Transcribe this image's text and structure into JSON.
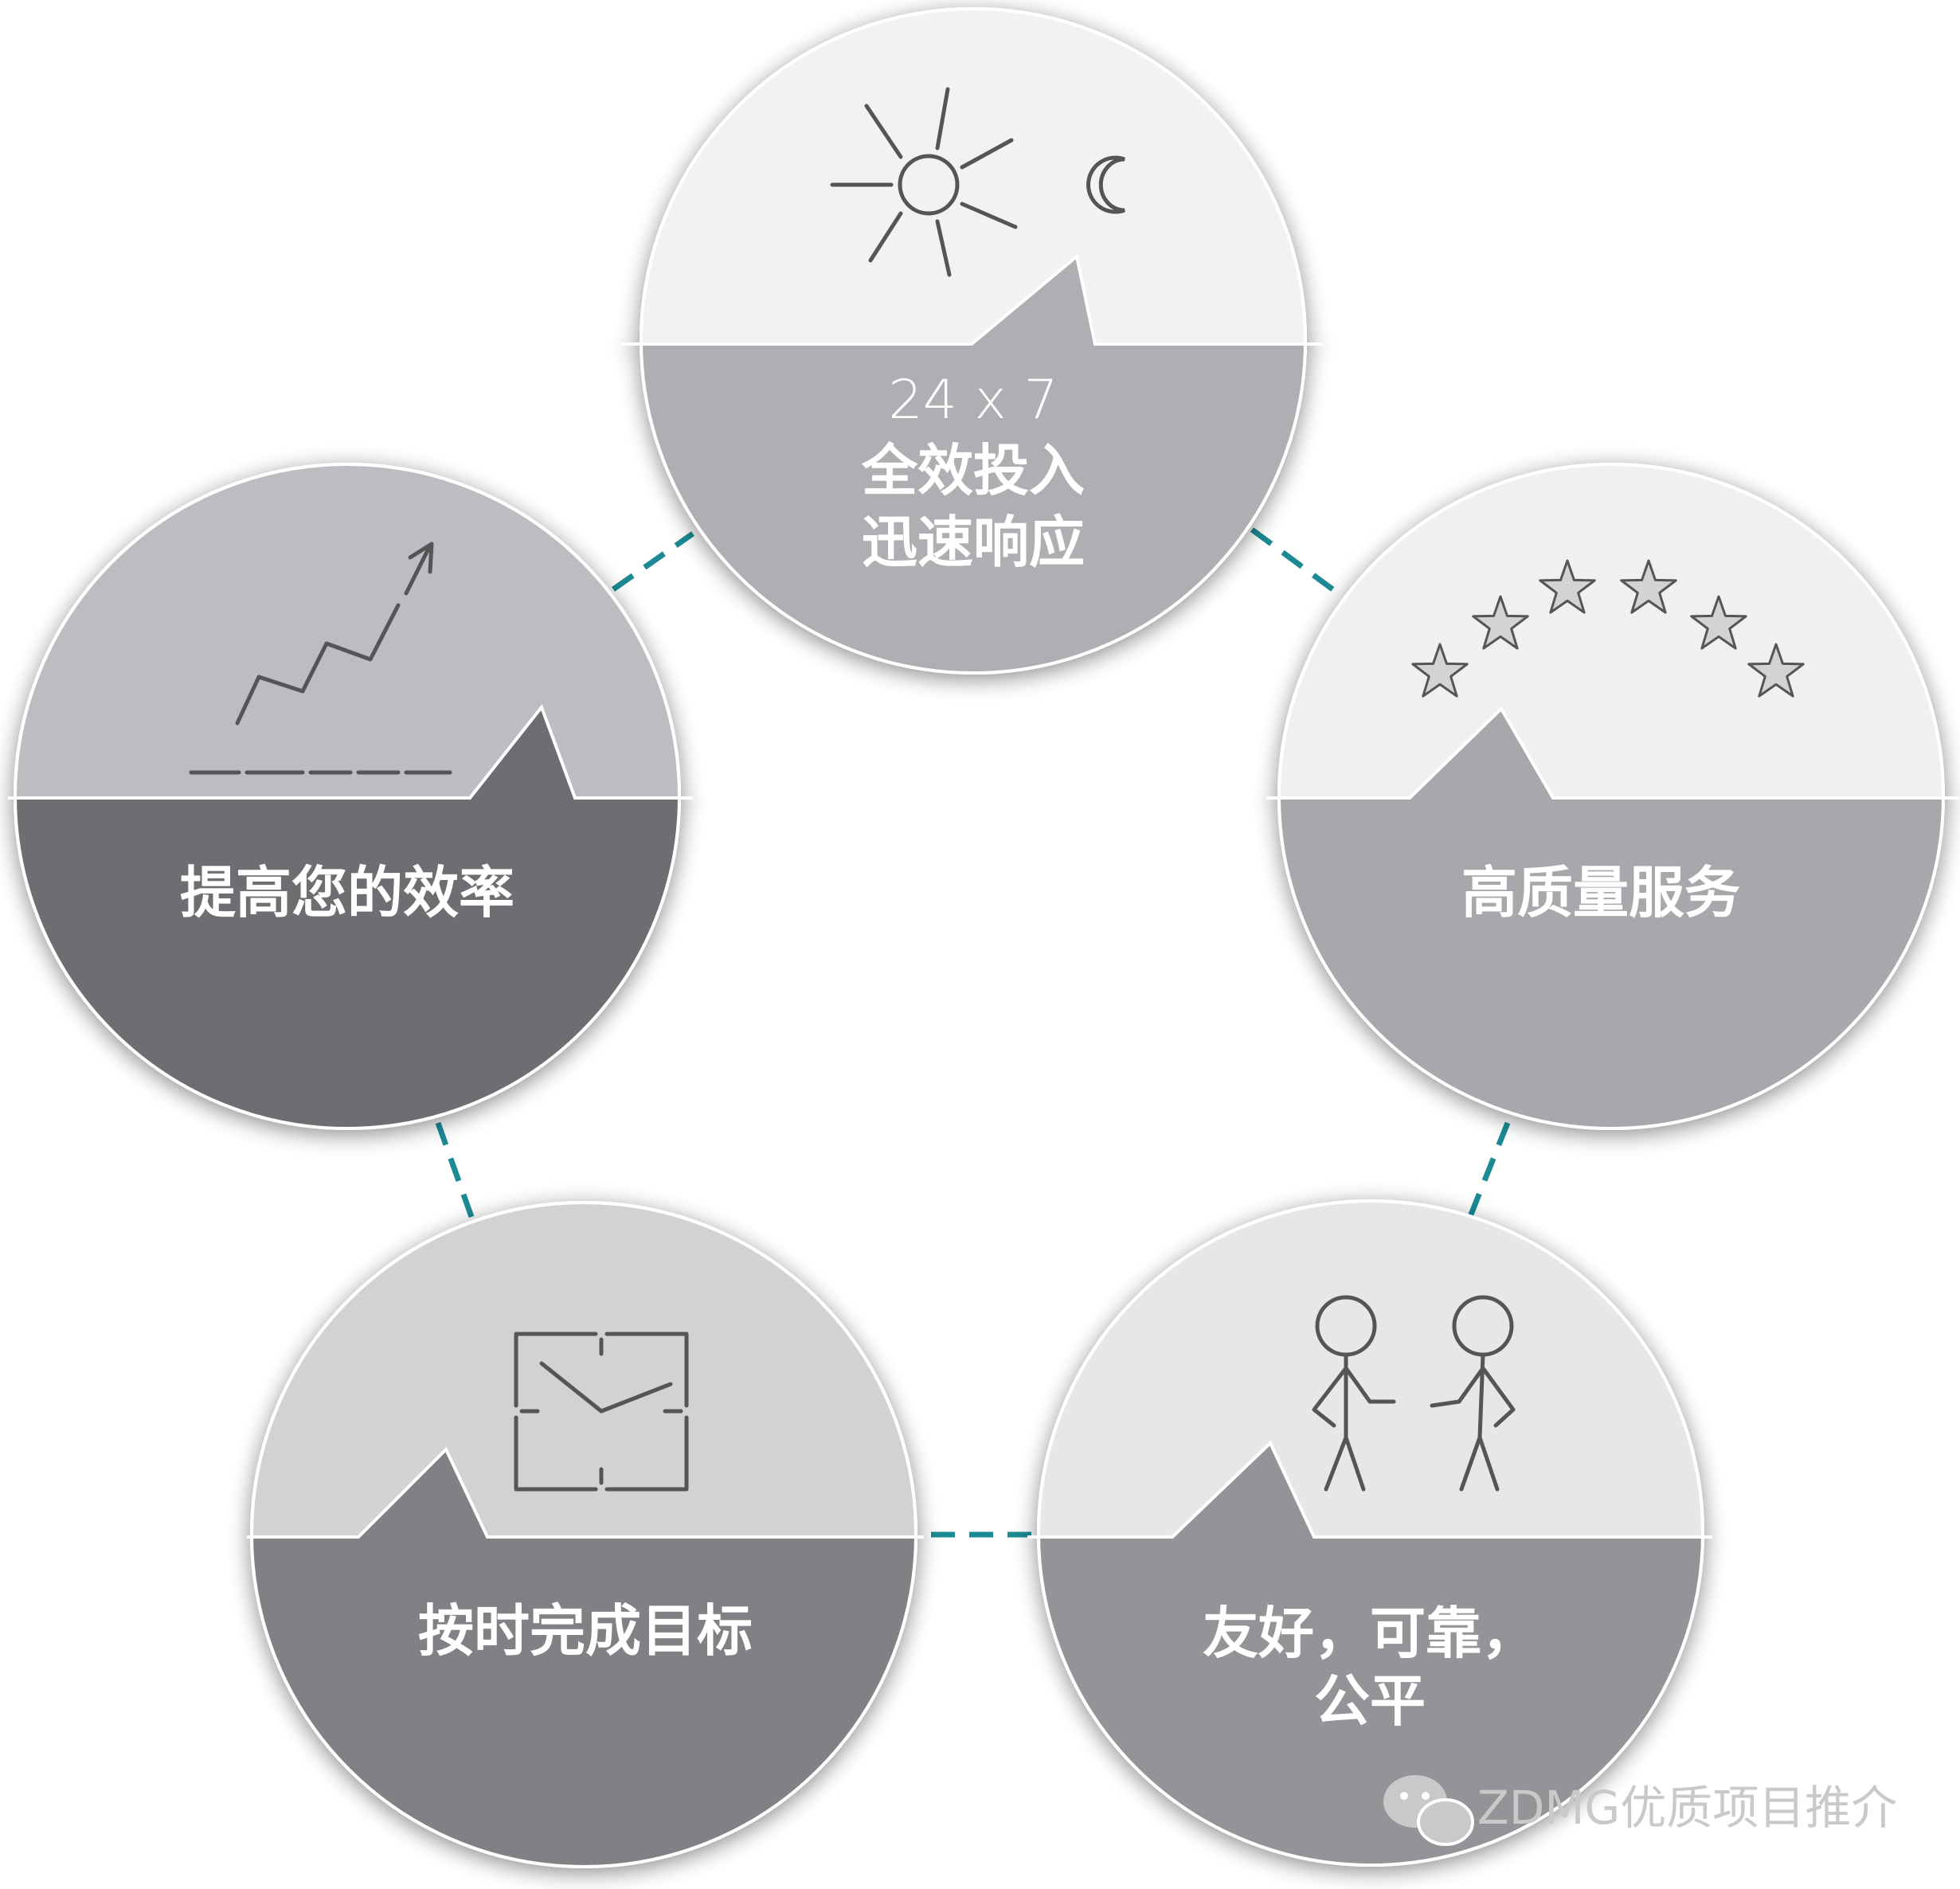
{
  "nodes": [
    {
      "id": "service",
      "lines": [
        "24 x 7",
        "全效投入",
        "迅速响应"
      ],
      "icon": "sun-moon-icon",
      "top_color": "#f1f2f2",
      "bottom_color": "#aeafb2"
    },
    {
      "id": "quality",
      "lines": [
        "高质量服务"
      ],
      "icon": "stars-icon",
      "top_color": "#eff0f0",
      "bottom_color": "#a7a8ab"
    },
    {
      "id": "friendly",
      "lines": [
        "友好，可靠，",
        "公平"
      ],
      "icon": "people-icon",
      "top_color": "#e6e7e8",
      "bottom_color": "#939497"
    },
    {
      "id": "ontime",
      "lines": [
        "按时完成目标"
      ],
      "icon": "clock-icon",
      "top_color": "#d1d2d4",
      "bottom_color": "#808184"
    },
    {
      "id": "efficiency",
      "lines": [
        "提高您的效率"
      ],
      "icon": "rising-chart-icon",
      "top_color": "#bcbdc0",
      "bottom_color": "#6d6e71"
    }
  ],
  "connector_color": "#1b8a94",
  "watermark": {
    "text": "ZDMG优质项目推介",
    "icon": "wechat-icon"
  }
}
